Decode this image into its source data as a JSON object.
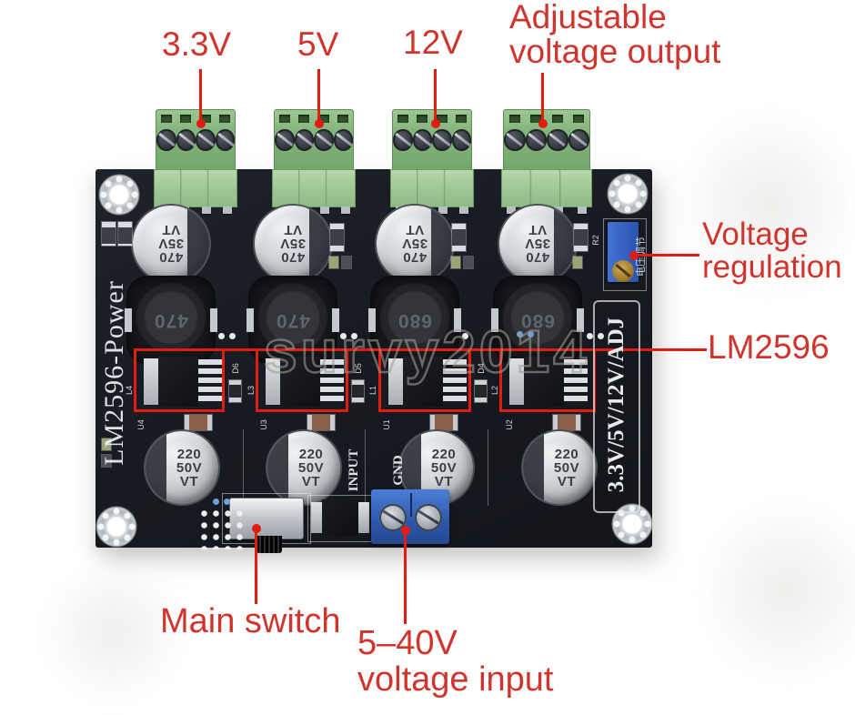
{
  "colors": {
    "label_red": "#d0342c",
    "line_red": "#e11c10",
    "pcb_dark": "#191b22",
    "terminal_green": "#84b57b",
    "terminal_blue": "#3a71cd",
    "pot_blue": "#3565c8"
  },
  "annotations": {
    "out1": "3.3V",
    "out2": "5V",
    "out3": "12V",
    "out4": "Adjustable voltage output",
    "voltage_regulation": "Voltage regulation",
    "chip": "LM2596",
    "main_switch": "Main switch",
    "input_line1": "5–40V",
    "input_line2": "voltage input"
  },
  "silkscreen": {
    "board_name": "LM2596-Power",
    "outputs": "3.3V/5V/12V/ADJ",
    "input": "INPUT",
    "gnd": "GND",
    "pot_cn": "电压调节",
    "refdes": {
      "u": [
        "U4",
        "U3",
        "U1",
        "U2"
      ],
      "d": [
        "D6",
        "D5",
        "D4"
      ],
      "l": [
        "L4",
        "L3",
        "L1",
        "L2"
      ],
      "r": "R2"
    }
  },
  "components": {
    "cap_top": {
      "value": "470",
      "voltage": "35V",
      "brand": "VT"
    },
    "cap_bottom": {
      "value": "220",
      "voltage": "50V",
      "brand": "VT"
    },
    "inductors": [
      "470",
      "470",
      "680",
      "680"
    ]
  },
  "watermark": "survy2014"
}
